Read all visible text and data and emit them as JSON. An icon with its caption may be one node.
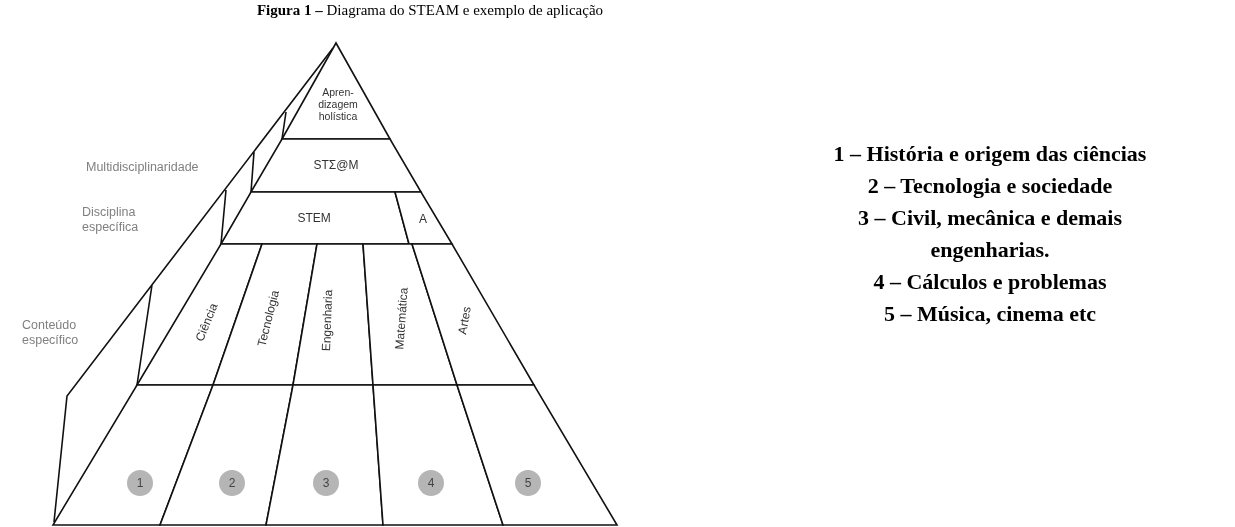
{
  "diagram": {
    "title": "**Figura 1 –** Diagrama do STEAM e exemplo de aplicação",
    "nodes": [
      {
        "text": [
          "Apren- dizagem holística"
        ]
      },
      {
        "text": [
          "STΣ@M"
        ]
      },
      {
        "text": [
          "STEM"
        ]
      },
      {
        "text": [
          "A"
        ]
      },
      {
        "text": [
          "Ciência"
        ]
      },
      {
        "text": [
          "Tecnologia"
        ]
      },
      {
        "text": [
          "Engenharia"
        ]
      },
      {
        "text": [
          "Matemática"
        ]
      },
      {
        "text": [
          "Artes"
        ]
      },
      {
        "text": [],
        "shape": "box"
      },
      {
        "text": [],
        "shape": "box"
      },
      {
        "text": [],
        "shape": "box"
      },
      {
        "text": [],
        "shape": "box"
      },
      {
        "text": [],
        "shape": "box"
      },
      {
        "text": [
          "1"
        ],
        "in": 9
      },
      {
        "text": [
          "2"
        ],
        "in": 10
      },
      {
        "text": [
          "3"
        ],
        "in": 11
      },
      {
        "text": [
          "4"
        ],
        "in": 12
      },
      {
        "text": [
          "5"
        ],
        "in": 13
      }
    ],
    "edges": [],
    "labels": [
      "Multidisciplinaridade",
      "Disciplina específica",
      "Conteúdo específico",
      "1 – História e origem das ciências",
      "2 – Tecnologia e sociedade",
      "3 – Civil, mecânica e demais engenharias.",
      "4 – Cálculos e problemas",
      "5 – Música, cinema etc"
    ]
  }
}
